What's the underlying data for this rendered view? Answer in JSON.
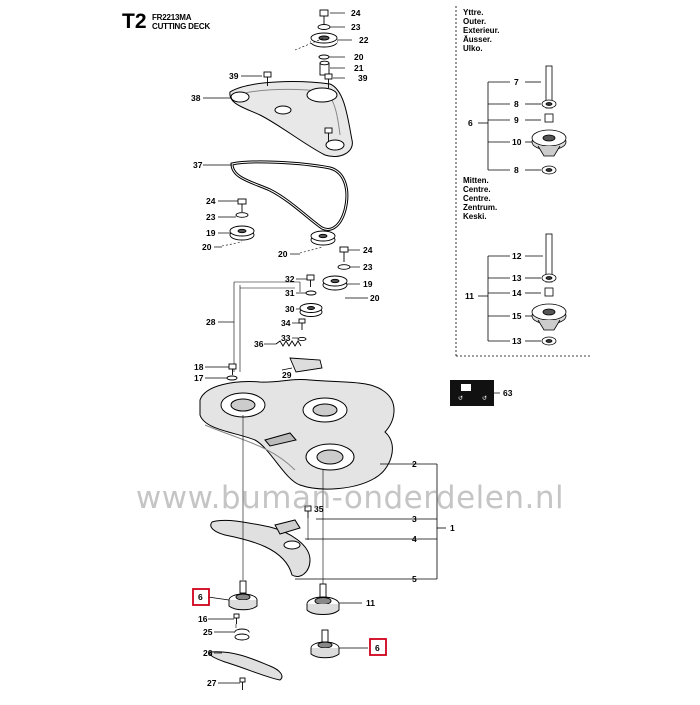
{
  "header": {
    "code": "T2",
    "model": "FR2213MA",
    "section": "CUTTING DECK"
  },
  "legend_outer": [
    "Yttre.",
    "Outer.",
    "Exterieur.",
    "Äusser.",
    "Ulko."
  ],
  "legend_center": [
    "Mitten.",
    "Centre.",
    "Centre.",
    "Zentrum.",
    "Keski."
  ],
  "watermark": "www.buman-onderdelen.nl",
  "colors": {
    "highlight": "#d0001a",
    "ink": "#000000",
    "watermark": "#969696"
  },
  "part_labels": [
    "1",
    "2",
    "3",
    "4",
    "5",
    "6",
    "7",
    "8",
    "9",
    "10",
    "11",
    "12",
    "13",
    "14",
    "15",
    "16",
    "17",
    "18",
    "19",
    "20",
    "21",
    "22",
    "23",
    "24",
    "25",
    "26",
    "27",
    "28",
    "29",
    "30",
    "31",
    "32",
    "33",
    "34",
    "35",
    "36",
    "37",
    "38",
    "39",
    "63"
  ],
  "highlighted_part": "6"
}
